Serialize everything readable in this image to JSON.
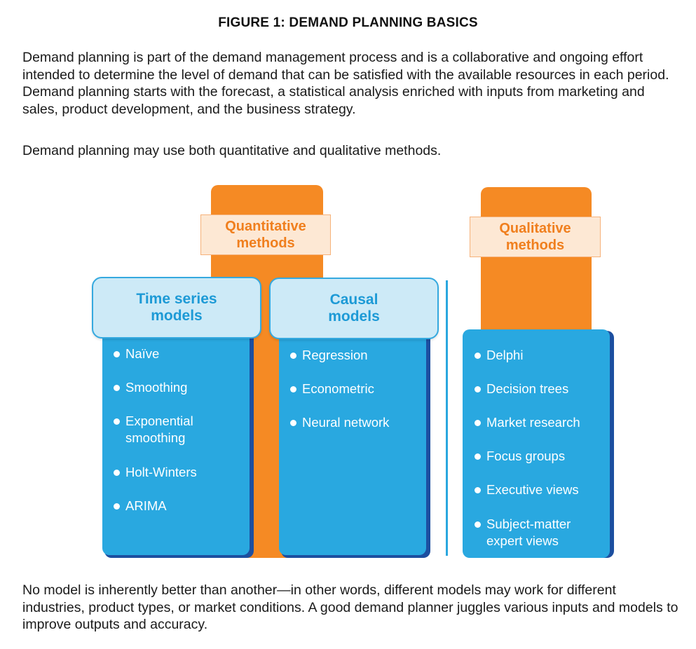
{
  "title": "FIGURE 1: DEMAND PLANNING BASICS",
  "intro": "Demand planning is part of the demand management process and is a collaborative and ongoing effort intended to determine the level of demand that can be satisfied with the available resources in each period. Demand planning starts with the forecast, a statistical analysis enriched with inputs from marketing and sales, product development, and the business strategy.",
  "methods_sentence": "Demand planning may use both quantitative and qualitative methods.",
  "quantitative": {
    "label": "Quantitative\nmethods",
    "time_series": {
      "header": "Time series\nmodels",
      "items": [
        "Naïve",
        "Smoothing",
        "Exponential\nsmoothing",
        "Holt-Winters",
        "ARIMA"
      ]
    },
    "causal": {
      "header": "Causal\nmodels",
      "items": [
        "Regression",
        "Econometric",
        "Neural network"
      ]
    }
  },
  "qualitative": {
    "label": "Qualitative\nmethods",
    "items": [
      "Delphi",
      "Decision trees",
      "Market research",
      "Focus groups",
      "Executive views",
      "Subject-matter\nexpert views"
    ]
  },
  "conclusion": "No model is inherently better than another—in other words, different models may work for different industries, product types, or market conditions. A good demand planner juggles various inputs and models to improve outputs and accuracy.",
  "colors": {
    "orange": "#f58a24",
    "blue": "#29a8e0",
    "dark_blue": "#1c4fa0",
    "light_blue": "#cdeaf7",
    "label_fill": "#fde8d4"
  }
}
